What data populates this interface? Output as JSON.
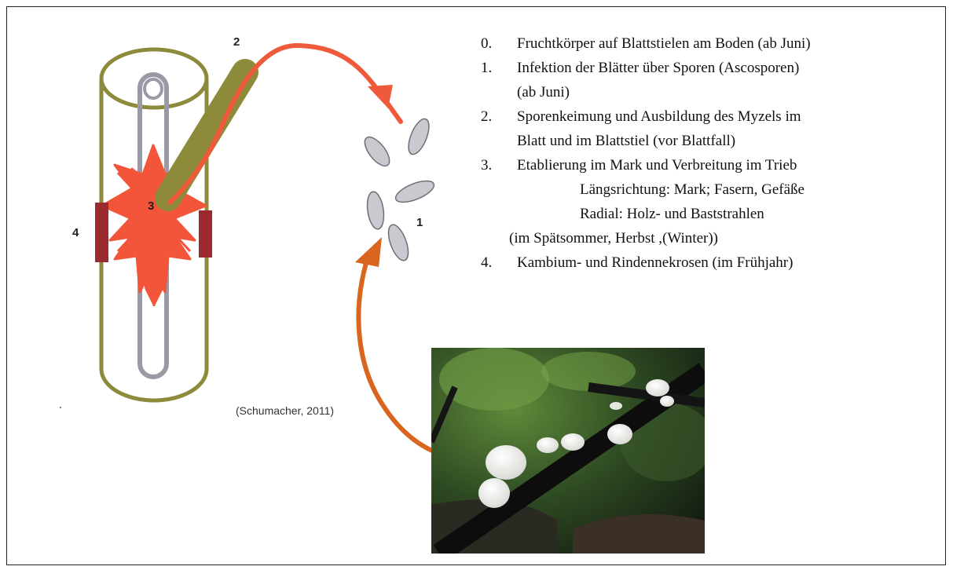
{
  "frame": {
    "border_color": "#222222"
  },
  "labels": {
    "stage_2": "2",
    "stage_3": "3",
    "stage_4": "4",
    "stage_1": "1"
  },
  "citation": "(Schumacher, 2011)",
  "legend": {
    "items": [
      {
        "num": "0.",
        "text": "Fruchtkörper auf Blattstielen am Boden (ab Juni)"
      },
      {
        "num": "1.",
        "text": "Infektion der Blätter über Sporen (Ascosporen)",
        "cont": "(ab Juni)"
      },
      {
        "num": "2.",
        "text": "Sporenkeimung und Ausbildung des Myzels im",
        "cont": "Blatt und im Blattstiel (vor Blattfall)"
      },
      {
        "num": "3.",
        "text": "Etablierung im Mark und Verbreitung im Trieb"
      }
    ],
    "sub_longitudinal": "Längsrichtung: Mark; Fasern, Gefäße",
    "sub_radial": "Radial: Holz- und Baststrahlen",
    "season_note": "(im Spätsommer, Herbst ,(Winter))",
    "item4": {
      "num": "4.",
      "text": "Kambium- und Rindennekrosen (im Frühjahr)"
    }
  },
  "colors": {
    "shoot_outline": "#8e8a3c",
    "petiole": "#8d8a3a",
    "pith": "#9a9aa6",
    "mycel": "#f2553a",
    "necrosis": "#9a2a2e",
    "arrow_spore": "#ee5a3a",
    "arrow_photo": "#d9651f",
    "spore": "#c9c9cf"
  }
}
